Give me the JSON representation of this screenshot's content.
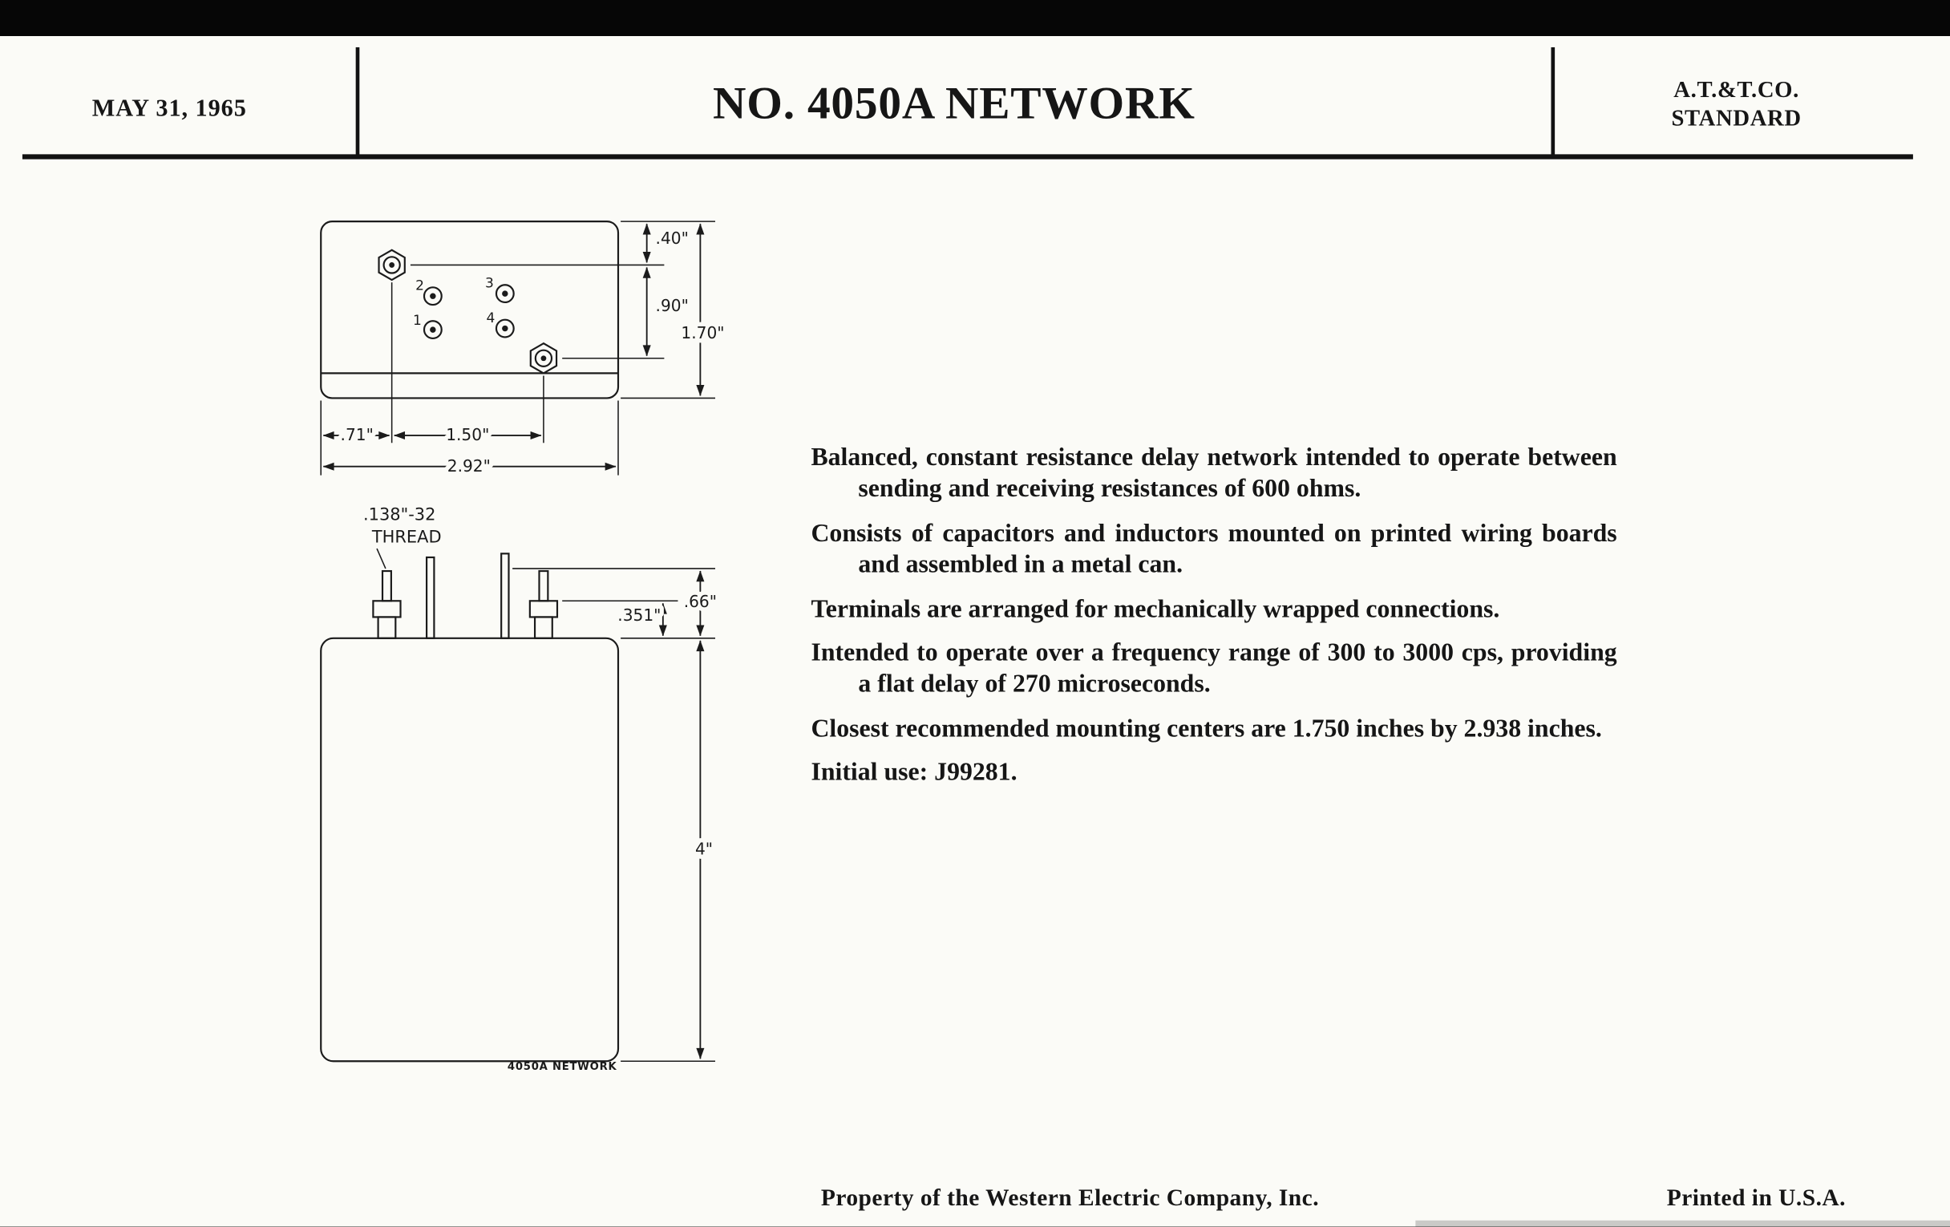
{
  "header": {
    "date": "MAY 31, 1965",
    "title": "NO. 4050A NETWORK",
    "standard_line1": "A.T.&T.CO.",
    "standard_line2": "STANDARD"
  },
  "description": {
    "paragraphs": [
      "Balanced, constant resistance delay network intended to operate between sending and receiving resistances of 600 ohms.",
      "Consists of capacitors and inductors mounted on printed wiring boards and assembled in a metal can.",
      "Terminals are arranged for mechanically wrapped connections.",
      "Intended to operate over a frequency range of 300 to 3000 cps, providing a flat delay of 270 microseconds.",
      "Closest recommended mounting centers are 1.750 inches by 2.938 inches.",
      "Initial use: J99281."
    ]
  },
  "diagrams": {
    "top_view": {
      "terminal_labels": [
        "1",
        "2",
        "3",
        "4"
      ],
      "dim_40": ".40\"",
      "dim_90": ".90\"",
      "dim_170": "1.70\"",
      "dim_71": ".71\"",
      "dim_150": "1.50\"",
      "dim_292": "2.92\""
    },
    "side_view": {
      "thread_line1": ".138\"-32",
      "thread_line2": "THREAD",
      "dim_351": ".351\"",
      "dim_66": ".66\"",
      "dim_4": "4\"",
      "can_label": "4050A NETWORK"
    }
  },
  "footer": {
    "property_notice": "Property of the Western Electric Company, Inc.",
    "printed_in": "Printed in U.S.A."
  },
  "colors": {
    "paper": "#fbfbf7",
    "ink": "#1b1b1b",
    "scan_black": "#060606"
  }
}
